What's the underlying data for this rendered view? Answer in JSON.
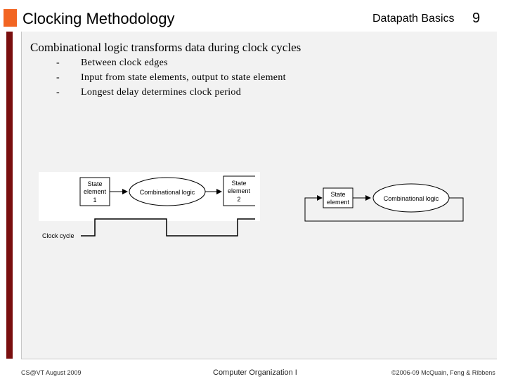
{
  "header": {
    "title": "Clocking Methodology",
    "section": "Datapath Basics",
    "slide_number": "9"
  },
  "content": {
    "heading": "Combinational logic transforms data during clock cycles",
    "bullets": [
      {
        "marker": "-",
        "text": "Between clock edges"
      },
      {
        "marker": "-",
        "text": "Input from state elements, output to state element"
      },
      {
        "marker": "-",
        "text": "Longest delay determines clock period"
      }
    ]
  },
  "diagram_left": {
    "state1_line1": "State",
    "state1_line2": "element",
    "state1_line3": "1",
    "logic_label": "Combinational logic",
    "state2_line1": "State",
    "state2_line2": "element",
    "state2_line3": "2",
    "clock_label": "Clock cycle"
  },
  "diagram_right": {
    "state_line1": "State",
    "state_line2": "element",
    "logic_label": "Combinational logic"
  },
  "footer": {
    "left": "CS@VT August 2009",
    "center": "Computer Organization I",
    "right": "©2006-09 McQuain, Feng & Ribbens"
  }
}
